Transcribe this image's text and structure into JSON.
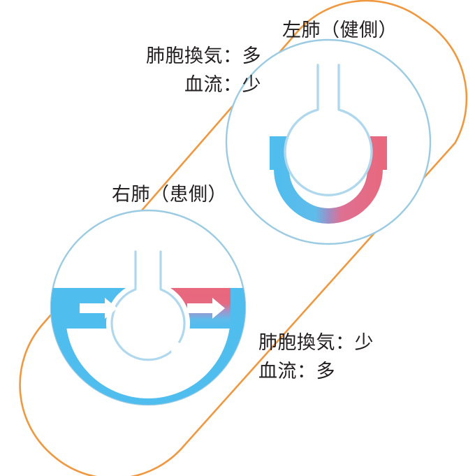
{
  "figure": {
    "kind": "ventilation-perfusion-mismatch-diagram",
    "background": "#ffffff"
  },
  "colors": {
    "orange_loop": "#F0983F",
    "circle_outline": "#9BCBE3",
    "alveolus_outline": "#AFD8EE",
    "blood_blue": "#4FBDEE",
    "blood_pink": "#E8687E",
    "text": "#231f20",
    "arrow_white": "#ffffff"
  },
  "left_lung": {
    "title": "左肺（健側）",
    "stats": {
      "ventilation": "肺胞換気：多",
      "perfusion": "血流：少"
    }
  },
  "right_lung": {
    "title": "右肺（患側）",
    "stats": {
      "ventilation": "肺胞換気：少",
      "perfusion": "血流：多"
    }
  },
  "icons": {
    "flow_arrow": "arrow-right-icon",
    "curved_flow_arrow": "curved-arrow-icon",
    "alveolus": "alveolus-icon",
    "capillary": "capillary-icon",
    "circulation_loop": "circulation-loop-icon"
  }
}
